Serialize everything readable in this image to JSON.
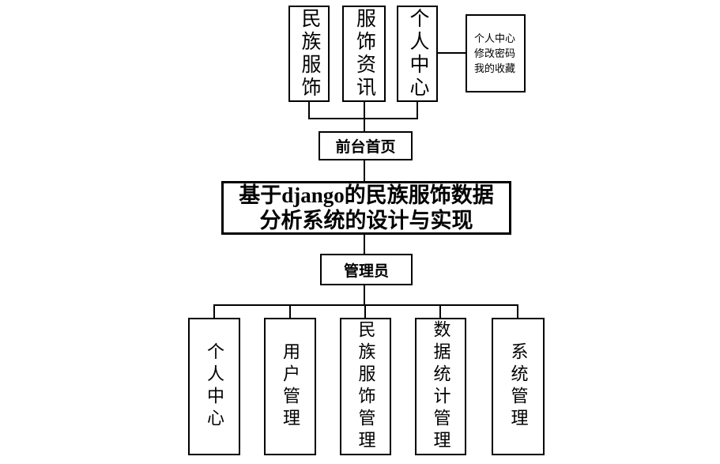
{
  "diagram": {
    "background_color": "#ffffff",
    "line_color": "#000000",
    "title": {
      "line1": "基于django的民族服饰数据",
      "line2": "分析系统的设计与实现"
    },
    "front": {
      "home_label": "前台首页",
      "modules": [
        {
          "label": "民族服饰"
        },
        {
          "label": "服饰资讯"
        },
        {
          "label": "个人中心"
        }
      ],
      "personal_center_detail": {
        "line1": "个人中心",
        "line2": "修改密码",
        "line3": "我的收藏"
      }
    },
    "backend": {
      "admin_label": "管理员",
      "modules": [
        {
          "label": "个人中心"
        },
        {
          "label": "用户管理"
        },
        {
          "label": "民族服饰管理"
        },
        {
          "label": "数据统计管理"
        },
        {
          "label": "系统管理"
        }
      ]
    }
  }
}
